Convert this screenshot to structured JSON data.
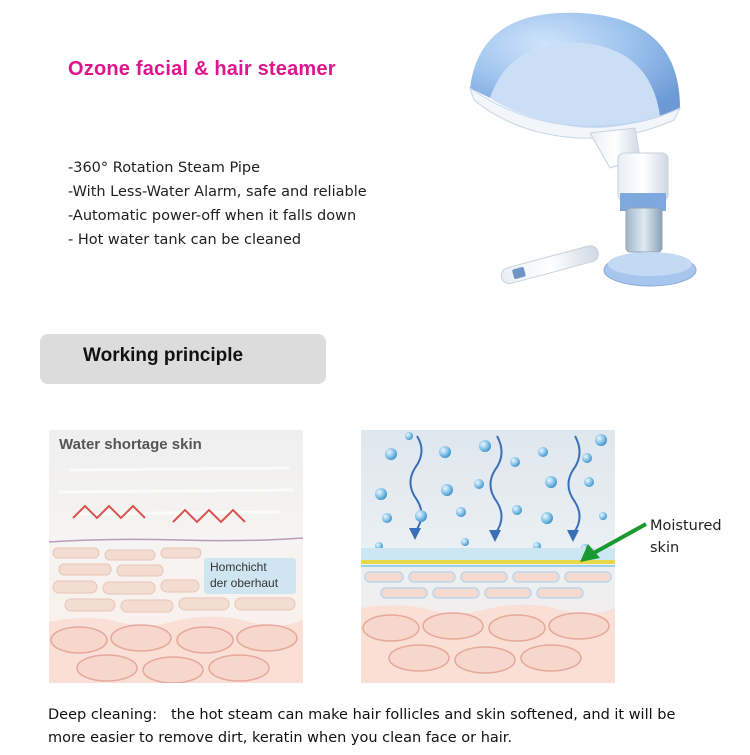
{
  "header": {
    "title": "Ozone facial & hair steamer"
  },
  "features": [
    "-360° Rotation Steam Pipe",
    "-With Less-Water Alarm, safe and reliable",
    "-Automatic power-off when it falls down",
    "- Hot water tank can be cleaned"
  ],
  "section": {
    "title": "Working principle"
  },
  "left_panel": {
    "label": "Water shortage skin",
    "callout_line1": "Homchicht",
    "callout_line2": "der oberhaut"
  },
  "right_panel": {
    "label": "Moistured skin"
  },
  "footer": {
    "label": "Deep cleaning:",
    "text": "the hot steam can make hair follicles and skin softened, and it will be more easier to remove dirt, keratin when you clean face or hair."
  },
  "colors": {
    "title": "#e0148f",
    "steamer_blue": "#8fb8e8",
    "skin_pink": "#f3c9bd",
    "moisture_arrow": "#1a9a2e"
  }
}
